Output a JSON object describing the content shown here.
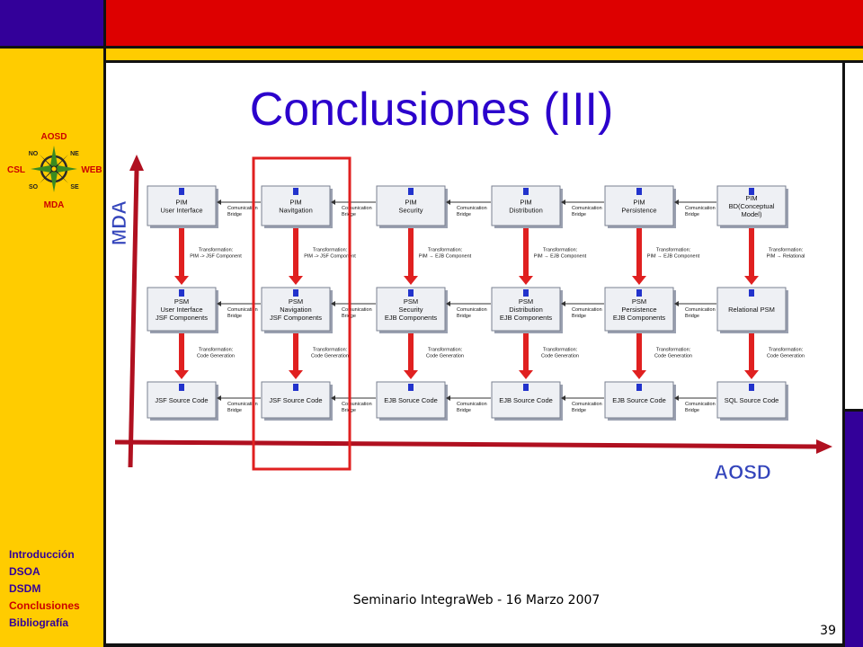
{
  "slide": {
    "title": "Conclusiones (III)",
    "footer": "Seminario IntegraWeb - 16 Marzo 2007",
    "page_number": "39"
  },
  "logo": {
    "top": "AOSD",
    "left": "CSL",
    "right": "WEB",
    "bottom": "MDA",
    "ne": "NE",
    "no": "NO",
    "so": "SO",
    "se": "SE"
  },
  "nav": {
    "items": [
      {
        "label": "Introducción",
        "active": false
      },
      {
        "label": "DSOA",
        "active": false
      },
      {
        "label": "DSDM",
        "active": false
      },
      {
        "label": "Conclusiones",
        "active": true
      },
      {
        "label": "Bibliografía",
        "active": false
      }
    ]
  },
  "diagram": {
    "axis_vertical": "MDA",
    "axis_horizontal": "AOSD",
    "pim": [
      [
        "PIM",
        "User Interface"
      ],
      [
        "PIM",
        "Navitgation"
      ],
      [
        "PIM",
        "Security"
      ],
      [
        "PIM",
        "Distribution"
      ],
      [
        "PIM",
        "Persistence"
      ],
      [
        "PIM",
        "BD(Conceptual",
        "Model)"
      ]
    ],
    "psm": [
      [
        "PSM",
        "User Interface",
        "JSF Components"
      ],
      [
        "PSM",
        "Navigation",
        "JSF Components"
      ],
      [
        "PSM",
        "Security",
        "EJB Components"
      ],
      [
        "PSM",
        "Distribution",
        "EJB Components"
      ],
      [
        "PSM",
        "Persistence",
        "EJB Components"
      ],
      [
        "Relational PSM"
      ]
    ],
    "code": [
      [
        "JSF Source Code"
      ],
      [
        "JSF Source Code"
      ],
      [
        "EJB Soruce Code"
      ],
      [
        "EJB Source  Code"
      ],
      [
        "EJB Source Code"
      ],
      [
        "SQL Source Code"
      ]
    ],
    "bridge": [
      "Comunication",
      "Bridge"
    ],
    "pim_psm_transforms": [
      [
        "Transformation:",
        "PIM -> JSF Component"
      ],
      [
        "Transformation:",
        "PIM -> JSF Component"
      ],
      [
        "Transformation:",
        "PIM → EJB Component"
      ],
      [
        "Transformation:",
        "PIM → EJB Component"
      ],
      [
        "Transformation:",
        "PIM → EJB Component"
      ],
      [
        "Transformation:",
        "PIM → Relational"
      ]
    ],
    "code_transform": [
      "Transformation:",
      "Code Generation"
    ]
  },
  "colors": {
    "red": "#dd0000",
    "purple": "#330099",
    "yellow": "#ffcc00",
    "title_blue": "#2b00cc",
    "highlight": "#e02020",
    "axis": "#b01020",
    "axis_label": "#3344bb"
  }
}
